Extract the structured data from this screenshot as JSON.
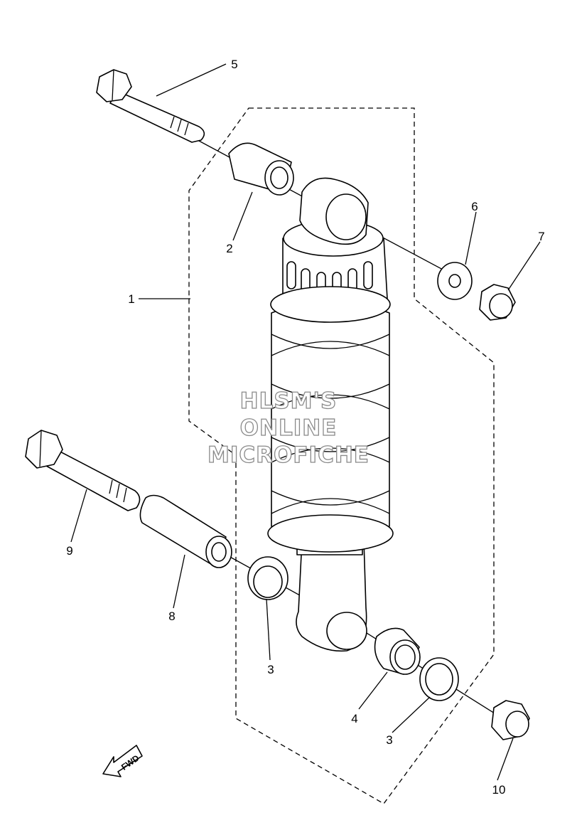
{
  "callouts": {
    "c1": "1",
    "c2": "2",
    "c3a": "3",
    "c3b": "3",
    "c4": "4",
    "c5": "5",
    "c6": "6",
    "c7": "7",
    "c8": "8",
    "c9": "9",
    "c10": "10"
  },
  "watermark": {
    "line1": "HLSM'S",
    "line2": "ONLINE",
    "line3": "MICROFICHE"
  },
  "direction_marker": {
    "label": "FWD",
    "icon": "arrow-left-icon"
  }
}
